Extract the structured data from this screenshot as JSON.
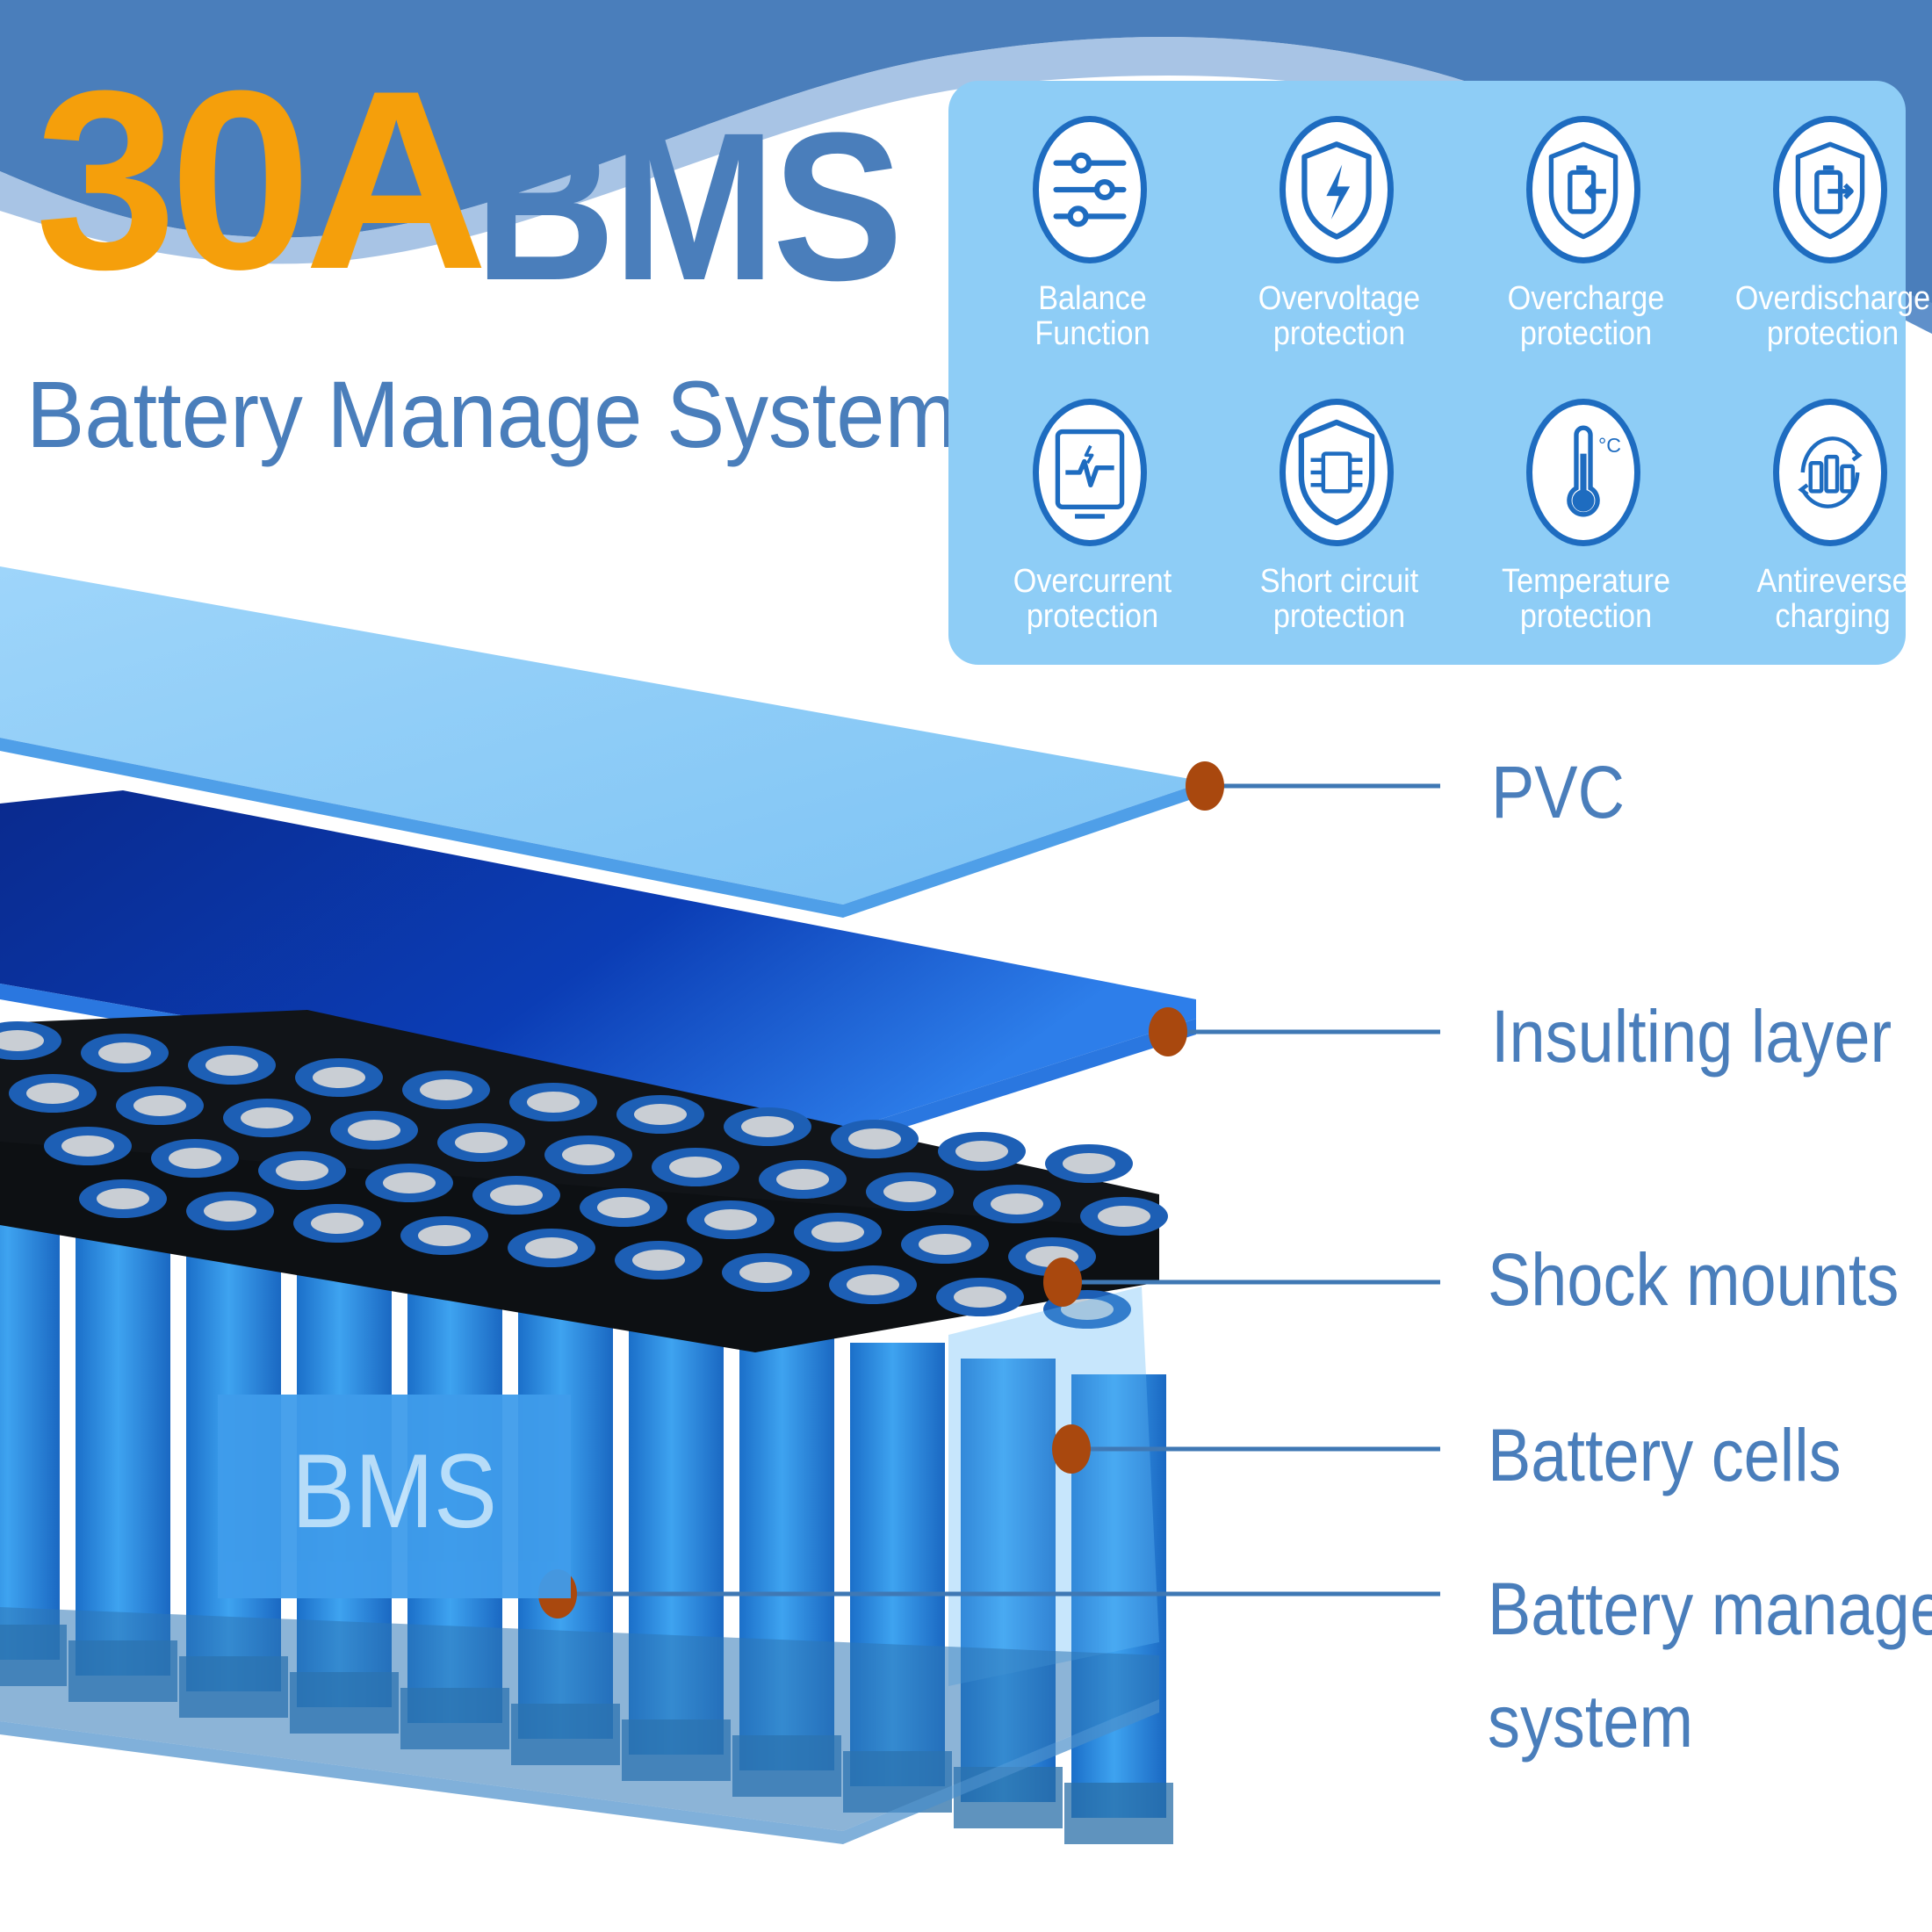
{
  "hero": {
    "amp": "30A",
    "acronym": "BMS",
    "subtitle": "Battery Manage System"
  },
  "features": [
    {
      "label": "Balance\nFunction",
      "icon": "sliders-icon"
    },
    {
      "label": "Overvoltage\nprotection",
      "icon": "shield-lightning-icon"
    },
    {
      "label": "Overcharge\nprotection",
      "icon": "shield-battery-in-icon"
    },
    {
      "label": "Overdischarge\nprotection",
      "icon": "shield-battery-out-icon"
    },
    {
      "label": "Overcurrent\nprotection",
      "icon": "monitor-pulse-icon"
    },
    {
      "label": "Short circuit\nprotection",
      "icon": "shield-circuit-icon"
    },
    {
      "label": "Temperature\nprotection",
      "icon": "thermometer-icon"
    },
    {
      "label": "Antireverse\ncharging",
      "icon": "battery-cycle-icon"
    }
  ],
  "layers": [
    {
      "label": "PVC"
    },
    {
      "label": "Insulting layer"
    },
    {
      "label": "Shock mounts"
    },
    {
      "label": "Battery cells"
    },
    {
      "label": "Battery manage"
    },
    {
      "label": "system"
    }
  ],
  "pack": {
    "plate_text": "BMS"
  },
  "colors": {
    "accent_orange": "#F59F0B",
    "brand_blue": "#4A7EBB",
    "panel_blue": "#8ECDF6",
    "icon_blue": "#1E6CC0",
    "marker_brown": "#A9480E"
  }
}
